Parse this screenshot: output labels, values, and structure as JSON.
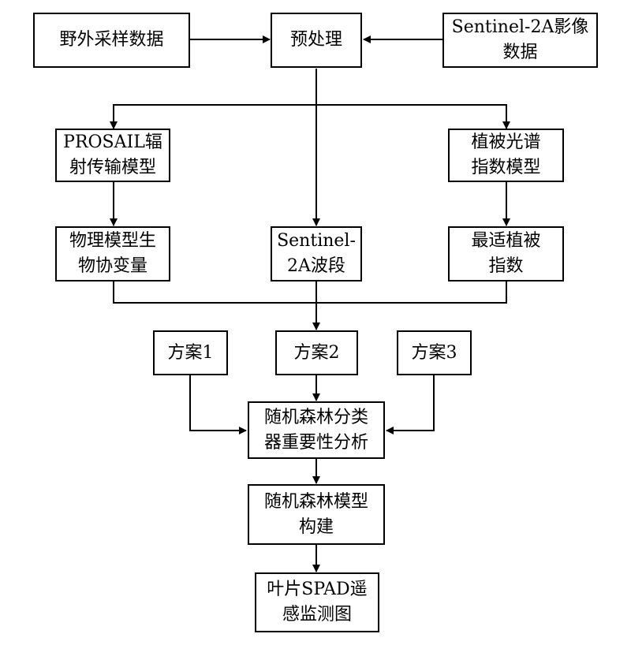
{
  "nodes": {
    "field": [
      "野外采样数据"
    ],
    "preprocess": [
      "预处理"
    ],
    "sentinel_image": [
      "Sentinel-2A影像",
      "数据"
    ],
    "prosail": [
      "PROSAIL辐",
      "射传输模型"
    ],
    "vi_model": [
      "植被光谱",
      "指数模型"
    ],
    "bio_var": [
      "物理模型生",
      "物协变量"
    ],
    "bands": [
      "Sentinel-",
      "2A波段"
    ],
    "best_vi": [
      "最适植被",
      "指数"
    ],
    "plan1": [
      "方案1"
    ],
    "plan2": [
      "方案2"
    ],
    "plan3": [
      "方案3"
    ],
    "rf_importance": [
      "随机森林分类",
      "器重要性分析"
    ],
    "rf_model": [
      "随机森林模型",
      "构建"
    ],
    "spad_map": [
      "叶片SPAD遥",
      "感监测图"
    ]
  }
}
